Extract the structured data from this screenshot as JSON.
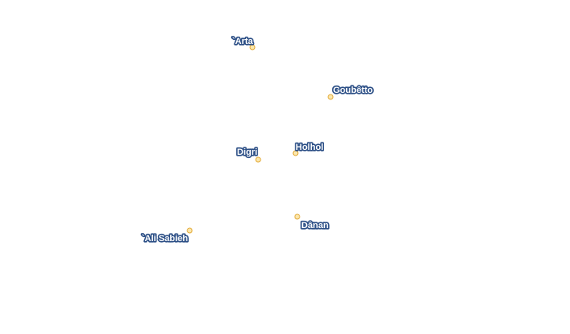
{
  "map": {
    "places": [
      {
        "id": "arta",
        "name": "`Arta",
        "marker_color": "#fbe7ad"
      },
      {
        "id": "goubetto",
        "name": "Goubêtto",
        "marker_color": "#fbe7ad"
      },
      {
        "id": "digri",
        "name": "Digri",
        "marker_color": "#fbe7ad"
      },
      {
        "id": "holhol",
        "name": "Holhol",
        "marker_color": "#fbe7ad"
      },
      {
        "id": "danan",
        "name": "Dânan",
        "marker_color": "#fbe7ad"
      },
      {
        "id": "ali-sabieh",
        "name": "`Ali Sabieh",
        "marker_color": "#fbe7ad"
      }
    ],
    "colors": {
      "label_fill": "#ffffff",
      "label_halo": "#2c4f86",
      "marker_stroke": "#e3ab3a",
      "background": "#ffffff"
    }
  }
}
